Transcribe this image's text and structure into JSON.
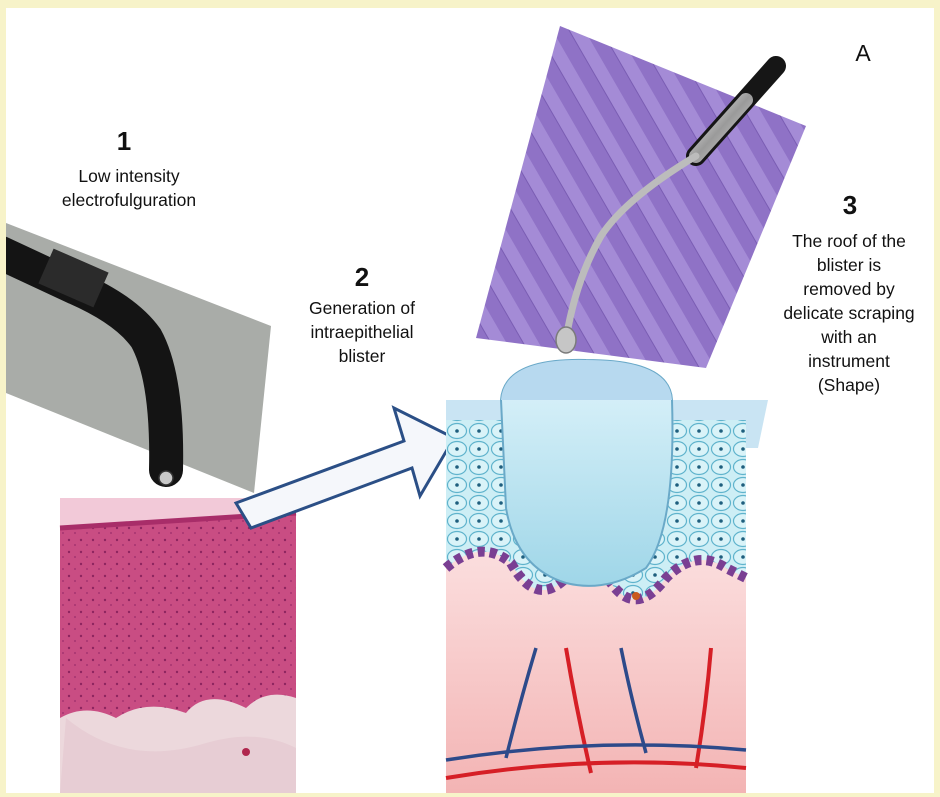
{
  "panel_label": "A",
  "steps": [
    {
      "number": "1",
      "caption_lines": [
        "Low intensity",
        "electrofulguration"
      ]
    },
    {
      "number": "2",
      "caption_lines": [
        "Generation of",
        "intraepithelial",
        "blister"
      ]
    },
    {
      "number": "3",
      "caption_lines": [
        "The roof of the",
        "blister is",
        "removed by",
        "delicate scraping",
        "with an",
        "instrument",
        "(Shape)"
      ]
    }
  ],
  "colors": {
    "background": "#f7f3c9",
    "arrow": "#2b4f86",
    "histology_stain": "#c0457a",
    "blister": "#b8e3ee",
    "vessel_artery": "#d61f26",
    "vessel_vein": "#2d4a8a",
    "instrument_bg": "#8a6fc2"
  }
}
